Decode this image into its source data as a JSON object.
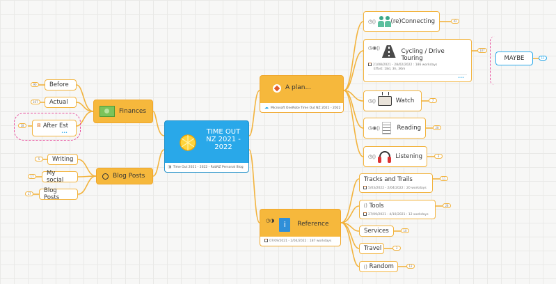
{
  "central": {
    "title_line1": "TIME OUT",
    "title_line2": "NZ 2021 -",
    "title_line3": "2022",
    "link_label": "Time Out 2021 - 2022 - RobNZ Personal Blog"
  },
  "finances": {
    "label": "Finances",
    "children": [
      {
        "label": "Before",
        "badge": "90"
      },
      {
        "label": "Actual",
        "badge": "107"
      },
      {
        "label": "After Est",
        "badge": "18",
        "more": "•••"
      }
    ]
  },
  "blog_posts": {
    "label": "Blog Posts",
    "children": [
      {
        "label": "Writing",
        "badge": "5"
      },
      {
        "label": "My social",
        "badge": "17"
      },
      {
        "label": "Blog Posts",
        "badge": "17"
      }
    ]
  },
  "a_plan": {
    "label": "A plan...",
    "link_label": "Microsoft OneNote Time Out NZ 2021 - 2022",
    "children": [
      {
        "label": "(re)Connecting",
        "badge": "42"
      },
      {
        "label": "Cycling / Drive Touring",
        "badge": "107",
        "date_note": "21/08/2021 - 28/02/2022 : 186 workdays",
        "effort_note": "Effort: 18d, 3h, 36m",
        "more": "•••"
      },
      {
        "label": "Watch",
        "badge": "7"
      },
      {
        "label": "Reading",
        "badge": "28"
      },
      {
        "label": "Listening",
        "badge": "3"
      }
    ]
  },
  "maybe": {
    "label": "MAYBE",
    "badge": "11"
  },
  "reference": {
    "label": "Reference",
    "date_note": "07/09/2021 - 2/04/2022 : 187 workdays",
    "children": [
      {
        "label": "Tracks and Trails",
        "badge": "11",
        "date_note": "5/03/2022 - 2/04/2022 : 20 workdays"
      },
      {
        "label": "Tools",
        "badge": "28",
        "date_note": "27/09/2021 - 4/10/2021 : 12 workdays"
      },
      {
        "label": "Services",
        "badge": "10"
      },
      {
        "label": "Travel",
        "badge": "3"
      },
      {
        "label": "Random",
        "badge": "12"
      }
    ]
  },
  "colors": {
    "branch": "#f2b33d",
    "central": "#29a8e9",
    "boundary": "#e84a9b"
  },
  "icons": [
    "lemon-icon",
    "money-icon",
    "clock-icon",
    "compass-icon",
    "info-icon",
    "people-icon",
    "road-icon",
    "tv-icon",
    "list-icon",
    "headphones-icon",
    "calendar-icon",
    "link-icon",
    "cloud-icon"
  ]
}
